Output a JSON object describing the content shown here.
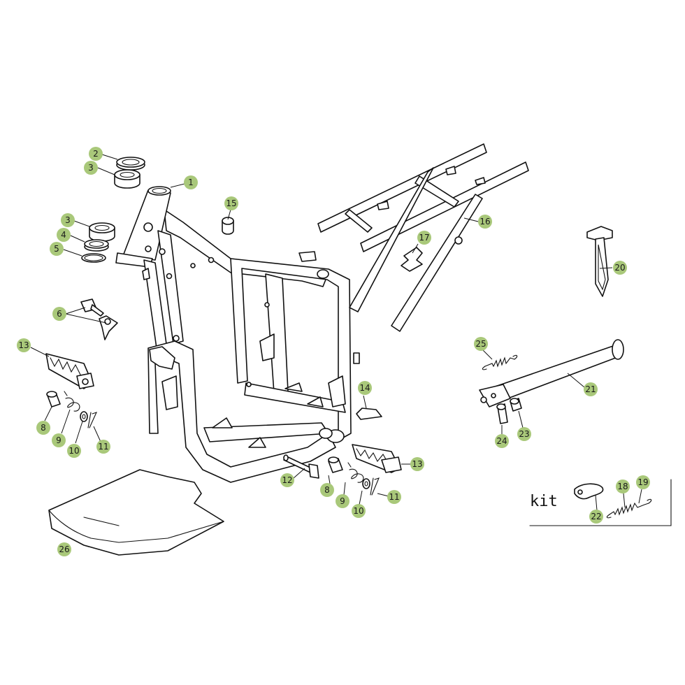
{
  "kit_label": "kit",
  "badge_color": "#a9c87a",
  "callouts": [
    {
      "id": "c1",
      "label": "1"
    },
    {
      "id": "c2",
      "label": "2"
    },
    {
      "id": "c3a",
      "label": "3"
    },
    {
      "id": "c3b",
      "label": "3"
    },
    {
      "id": "c4",
      "label": "4"
    },
    {
      "id": "c5",
      "label": "5"
    },
    {
      "id": "c6",
      "label": "6"
    },
    {
      "id": "c8a",
      "label": "8"
    },
    {
      "id": "c8b",
      "label": "8"
    },
    {
      "id": "c9a",
      "label": "9"
    },
    {
      "id": "c9b",
      "label": "9"
    },
    {
      "id": "c10a",
      "label": "10"
    },
    {
      "id": "c10b",
      "label": "10"
    },
    {
      "id": "c11a",
      "label": "11"
    },
    {
      "id": "c11b",
      "label": "11"
    },
    {
      "id": "c12",
      "label": "12"
    },
    {
      "id": "c13a",
      "label": "13"
    },
    {
      "id": "c13b",
      "label": "13"
    },
    {
      "id": "c14",
      "label": "14"
    },
    {
      "id": "c15",
      "label": "15"
    },
    {
      "id": "c16",
      "label": "16"
    },
    {
      "id": "c17",
      "label": "17"
    },
    {
      "id": "c18",
      "label": "18"
    },
    {
      "id": "c19",
      "label": "19"
    },
    {
      "id": "c20",
      "label": "20"
    },
    {
      "id": "c21",
      "label": "21"
    },
    {
      "id": "c22",
      "label": "22"
    },
    {
      "id": "c23",
      "label": "23"
    },
    {
      "id": "c24",
      "label": "24"
    },
    {
      "id": "c25",
      "label": "25"
    },
    {
      "id": "c26",
      "label": "26"
    }
  ]
}
